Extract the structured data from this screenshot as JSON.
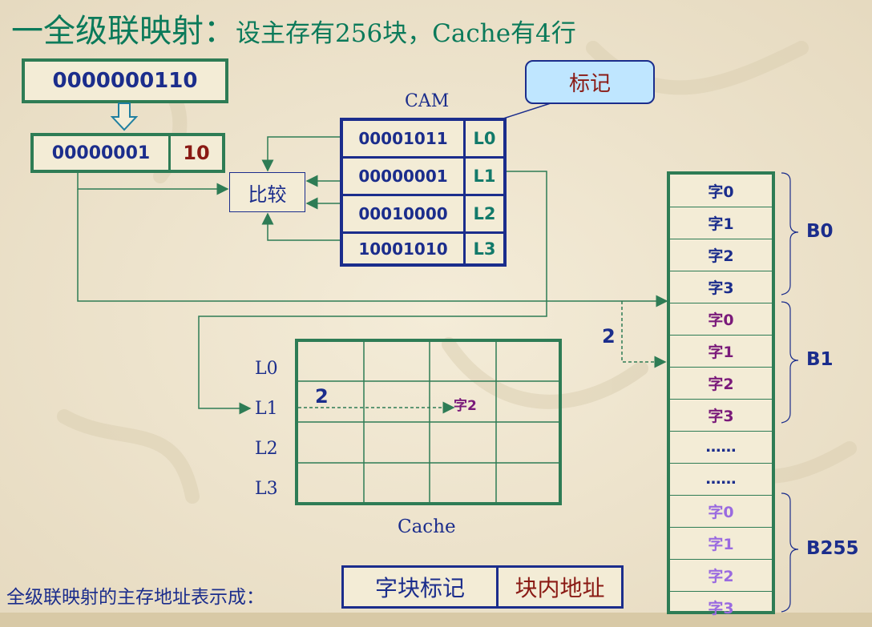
{
  "title": {
    "main": "一全级联映射：",
    "sub": "设主存有256块，Cache有4行"
  },
  "address": {
    "full": "0000000110",
    "tag": "00000001",
    "offset": "10"
  },
  "cam": {
    "label": "CAM",
    "rows": [
      {
        "tag": "00001011",
        "line": "L0"
      },
      {
        "tag": "00000001",
        "line": "L1"
      },
      {
        "tag": "00010000",
        "line": "L2"
      },
      {
        "tag": "10001010",
        "line": "L3"
      }
    ]
  },
  "compare_label": "比较",
  "callout_label": "标记",
  "cache": {
    "caption": "Cache",
    "rows": [
      "L0",
      "L1",
      "L2",
      "L3"
    ],
    "offset_num": "2",
    "word_in_cache": "字2"
  },
  "memory": {
    "offset_num": "2",
    "ellipsis": [
      "……",
      "……"
    ],
    "blocks": [
      {
        "name": "B0",
        "words": [
          "字0",
          "字1",
          "字2",
          "字3"
        ],
        "color": "#1b2d8c"
      },
      {
        "name": "B1",
        "words": [
          "字0",
          "字1",
          "字2",
          "字3"
        ],
        "color": "#7a1a7a"
      },
      {
        "name": "B255",
        "words": [
          "字0",
          "字1",
          "字2",
          "字3"
        ],
        "color": "#9a6ae0"
      }
    ]
  },
  "format": {
    "label": "全级联映射的主存地址表示成：",
    "part1": "字块标记",
    "part2": "块内地址"
  },
  "colors": {
    "green_border": "#2e7c55",
    "navy": "#1b2d8c",
    "dark_red": "#8a1a14",
    "teal": "#127a6a",
    "title_green": "#0b7a5a"
  }
}
